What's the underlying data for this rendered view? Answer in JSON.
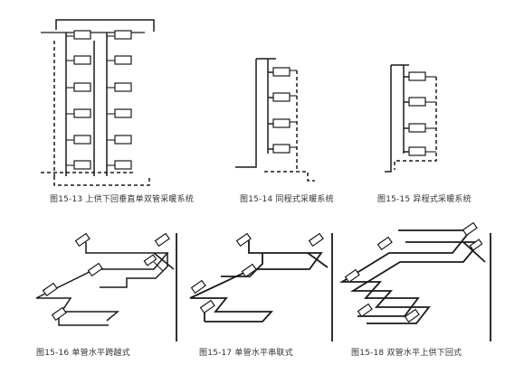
{
  "captions": {
    "c1": "图15-13 上供下回垂直单双管采暖系统",
    "c2": "图15-14 同程式采暖系统",
    "c3": "图15-15 异程式采暖系统",
    "c4": "图15-16 单管水平跨越式",
    "c5": "图15-17 单管水平串联式",
    "c6": "图15-18 双管水平上供下回式"
  },
  "colors": {
    "line": "#1a1a1a",
    "radiator": "#1a1a1a"
  }
}
